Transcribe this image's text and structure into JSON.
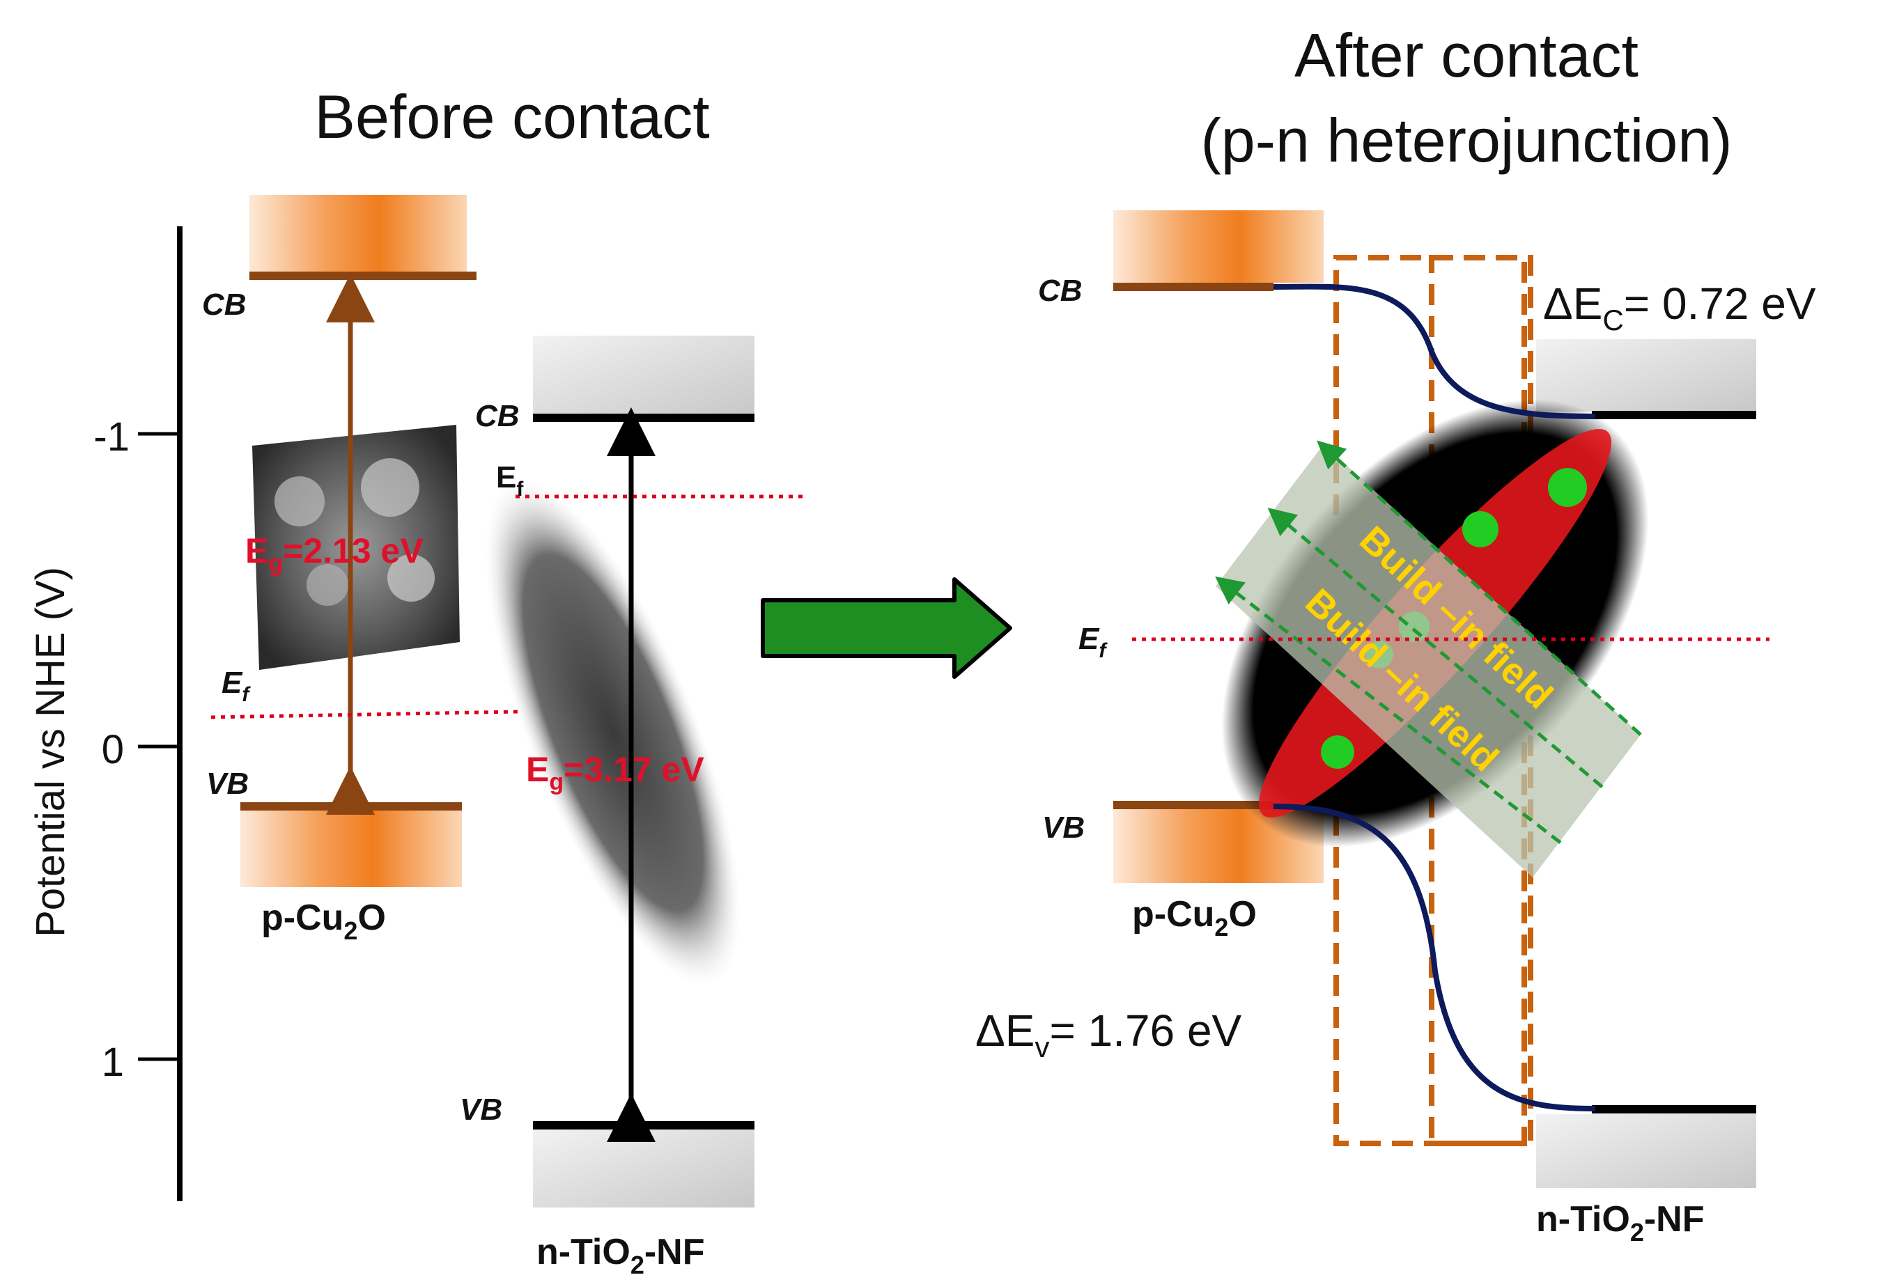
{
  "left_panel": {
    "title": "Before contact",
    "y_axis": {
      "label": "Potential vs NHE (V)",
      "ticks": [
        "-1",
        "0",
        "1"
      ]
    },
    "cu2o": {
      "cb_label": "CB",
      "vb_label": "VB",
      "ef_label": "E",
      "ef_sub": "f",
      "eg_prefix": "E",
      "eg_sub": "g",
      "eg_value": "=2.13 eV",
      "name_a": "p-Cu",
      "name_sub": "2",
      "name_b": "O"
    },
    "tio2": {
      "cb_label": "CB",
      "vb_label": "VB",
      "ef_label": "E",
      "ef_sub": "f",
      "eg_prefix": "E",
      "eg_sub": "g",
      "eg_value": "=3.17 eV",
      "name_a": "n-TiO",
      "name_sub": "2",
      "name_b": "-NF"
    }
  },
  "right_panel": {
    "title_line1": "After contact",
    "title_line2": "(p-n heterojunction)",
    "cb_label": "CB",
    "vb_label": "VB",
    "ef_label": "E",
    "ef_sub": "f",
    "delta_ec_prefix": "ΔE",
    "delta_ec_sub": "C",
    "delta_ec_value": "= 0.72 eV",
    "delta_ev_prefix": "ΔE",
    "delta_ev_sub": "v",
    "delta_ev_value": "= 1.76 eV",
    "field_label_1": "Build –in field",
    "field_label_2": "Build –in field",
    "cu2o_name_a": "p-Cu",
    "cu2o_name_sub": "2",
    "cu2o_name_b": "O",
    "tio2_name_a": "n-TiO",
    "tio2_name_sub": "2",
    "tio2_name_b": "-NF"
  },
  "colors": {
    "cu2o_band": "#8b4513",
    "band_gradient": "#f07d1e",
    "tio2_band": "#000000",
    "fermi": "#d9001b",
    "eg_text": "#e0102a",
    "bending_curve": "#0d1a5c",
    "depletion_box": "#c8620e",
    "field_arrow": "#1f9a33",
    "field_text": "#ffd200",
    "big_arrow": "#1e8e22"
  }
}
